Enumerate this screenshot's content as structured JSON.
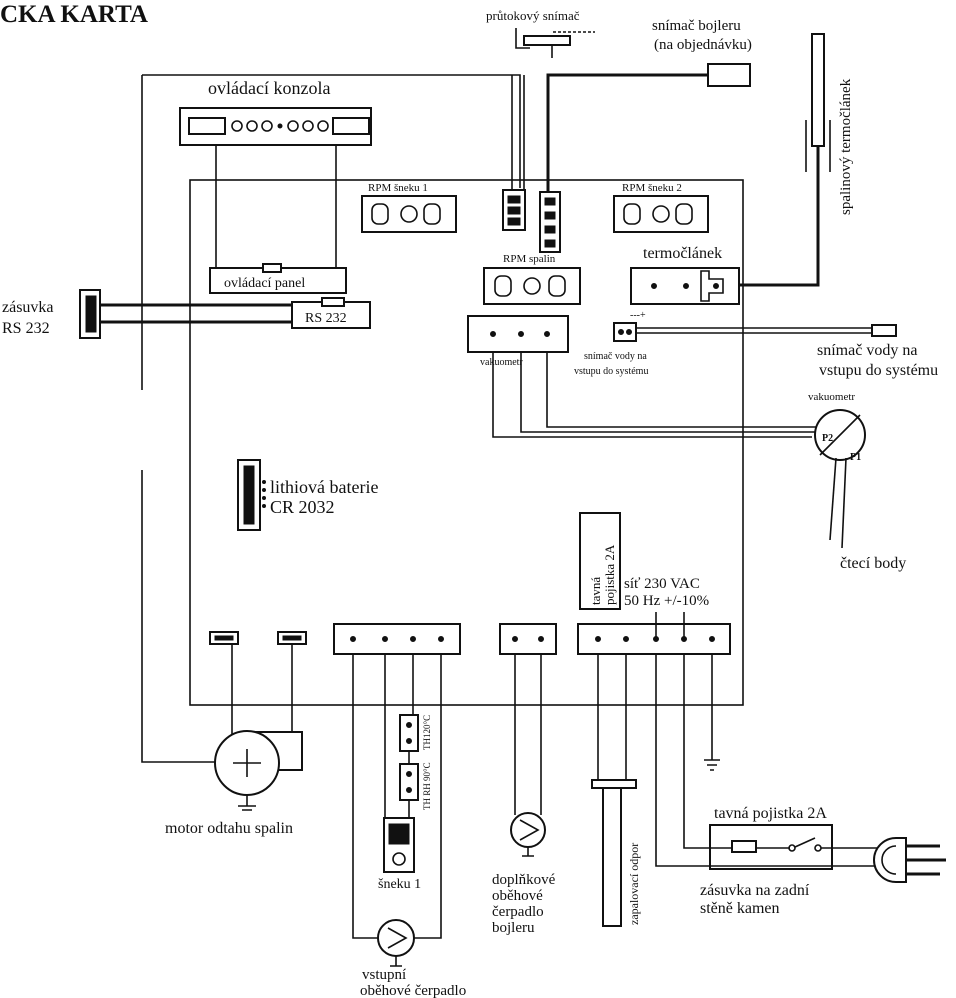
{
  "title": "CKA KARTA",
  "labels": {
    "flow_sensor": "průtokový snímač",
    "boiler_sensor_1": "snímač bojleru",
    "boiler_sensor_2": "(na objednávku)",
    "flue_thermocouple": "spalinový termočlánek",
    "console": "ovládací konzola",
    "rpm_auger_1": "RPM šneku 1",
    "rpm_auger_2": "RPM šneku 2",
    "rpm_flue": "RPM spalin",
    "thermocouple": "termočlánek",
    "control_panel": "ovládací panel",
    "rs232_socket_1": "zásuvka",
    "rs232_socket_2": "RS 232",
    "rs232": "RS 232",
    "vacuum_meter_conn": "vakuometr",
    "water_sensor_conn_1": "snímač vody na",
    "water_sensor_conn_2": "vstupu do systému",
    "water_sensor_ext_1": "snímač vody na",
    "water_sensor_ext_2": "vstupu do systému",
    "vacuum_meter": "vakuometr",
    "p2": "P2",
    "p1": "P1",
    "reading_points": "čtecí body",
    "battery_1": "lithiová baterie",
    "battery_2": "CR 2032",
    "fuse_board_1": "tavná",
    "fuse_board_2": "pojistka 2A",
    "mains_1": "síť  230 VAC",
    "mains_2": "50 Hz +/-10%",
    "exhaust_motor": "motor odtahu spalin",
    "thermostat_1": "TH120°C",
    "thermostat_2": "TH RH 90°C",
    "auger_motor": "šneku 1",
    "extra_pump_1": "doplňkové",
    "extra_pump_2": "oběhové",
    "extra_pump_3": "čerpadlo",
    "extra_pump_4": "bojleru",
    "igniter": "zapalovací odpor",
    "fuse_rear": "tavná pojistka 2A",
    "rear_socket_1": "zásuvka na zadní",
    "rear_socket_2": "stěně kamen",
    "inlet_pump_1": "vstupní",
    "inlet_pump_2": "oběhové čerpadlo",
    "plus_minus": "---+"
  }
}
